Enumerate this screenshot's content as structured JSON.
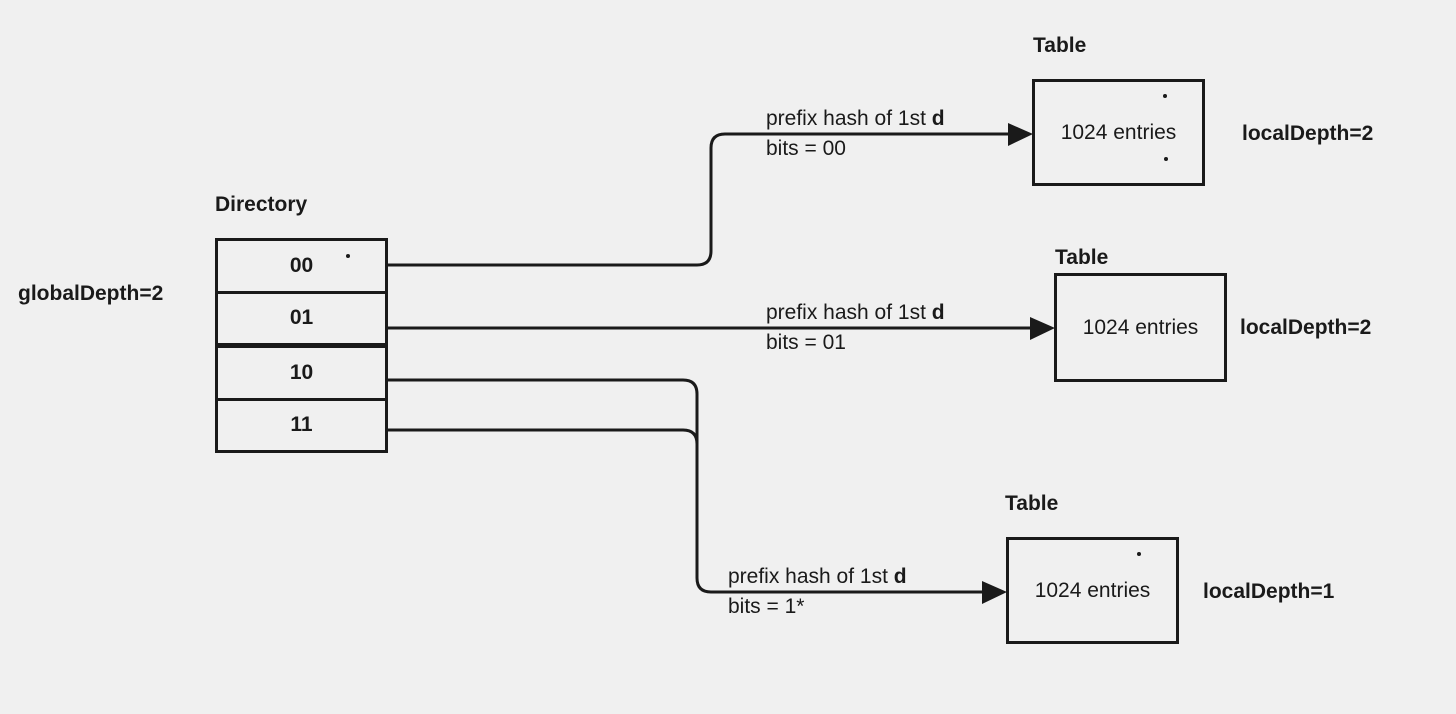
{
  "colors": {
    "background": "#f0f0f0",
    "ink": "#1a1a1a"
  },
  "global_depth": {
    "label": "globalDepth=2"
  },
  "directory": {
    "title": "Directory",
    "rows": [
      {
        "label": "00"
      },
      {
        "label": "01"
      },
      {
        "label": "10"
      },
      {
        "label": "11"
      }
    ]
  },
  "arrows": [
    {
      "label_prefix": "prefix hash of 1st ",
      "label_bold": "d",
      "bits": "bits = 00"
    },
    {
      "label_prefix": "prefix hash of 1st ",
      "label_bold": "d",
      "bits": "bits = 01"
    },
    {
      "label_prefix": "prefix hash of 1st ",
      "label_bold": "d",
      "bits": "bits = 1*"
    }
  ],
  "tables": [
    {
      "title": "Table",
      "entries": "1024 entries",
      "local_depth": "localDepth=2"
    },
    {
      "title": "Table",
      "entries": "1024 entries",
      "local_depth": "localDepth=2"
    },
    {
      "title": "Table",
      "entries": "1024 entries",
      "local_depth": "localDepth=1"
    }
  ]
}
